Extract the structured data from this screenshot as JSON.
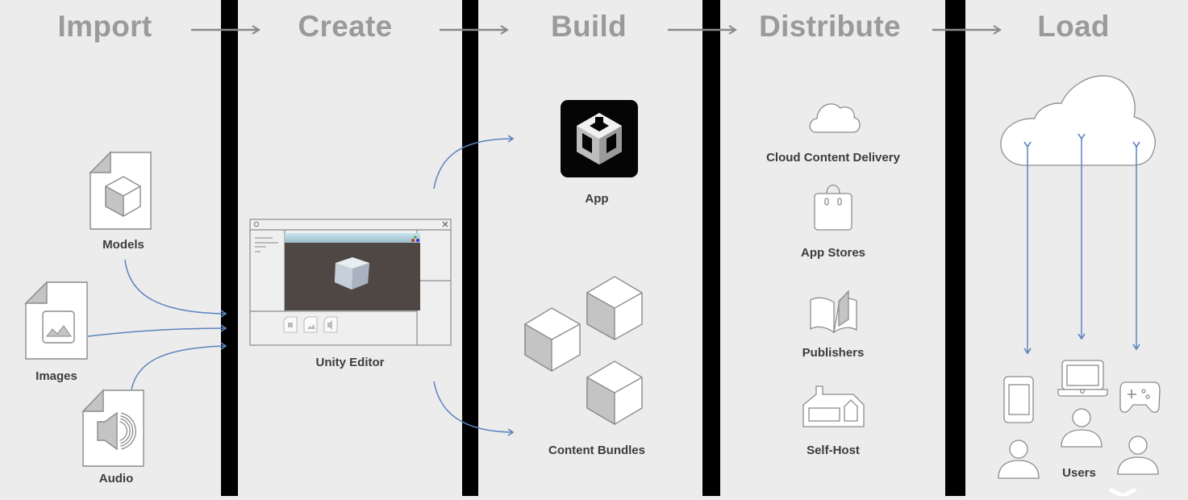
{
  "stages": [
    {
      "id": "import",
      "title": "Import"
    },
    {
      "id": "create",
      "title": "Create"
    },
    {
      "id": "build",
      "title": "Build"
    },
    {
      "id": "distribute",
      "title": "Distribute"
    },
    {
      "id": "load",
      "title": "Load"
    }
  ],
  "import": {
    "items": [
      {
        "label": "Models",
        "icon": "model-file-icon"
      },
      {
        "label": "Images",
        "icon": "image-file-icon"
      },
      {
        "label": "Audio",
        "icon": "audio-file-icon"
      }
    ]
  },
  "create": {
    "editor": {
      "label": "Unity Editor",
      "icon": "unity-editor-window-icon"
    }
  },
  "build": {
    "outputs": [
      {
        "label": "App",
        "icon": "unity-logo-icon"
      },
      {
        "label": "Content Bundles",
        "icon": "cubes-icon"
      }
    ]
  },
  "distribute": {
    "channels": [
      {
        "label": "Cloud Content Delivery",
        "icon": "cloud-icon"
      },
      {
        "label": "App Stores",
        "icon": "shopping-bag-icon"
      },
      {
        "label": "Publishers",
        "icon": "book-icon"
      },
      {
        "label": "Self-Host",
        "icon": "house-icon"
      }
    ]
  },
  "load": {
    "cloud_icon": "cloud-icon",
    "devices": [
      "phone-icon",
      "laptop-icon",
      "gamepad-icon"
    ],
    "users_label": "Users"
  },
  "colors": {
    "background": "#ececec",
    "divider": "#000000",
    "title": "#9a9a9a",
    "flow_arrow": "#5b84bd",
    "stage_arrow": "#8a8a8a",
    "icon_stroke": "#8c8c8c",
    "icon_fill": "#ffffff",
    "icon_shade": "#c4c4c4"
  }
}
